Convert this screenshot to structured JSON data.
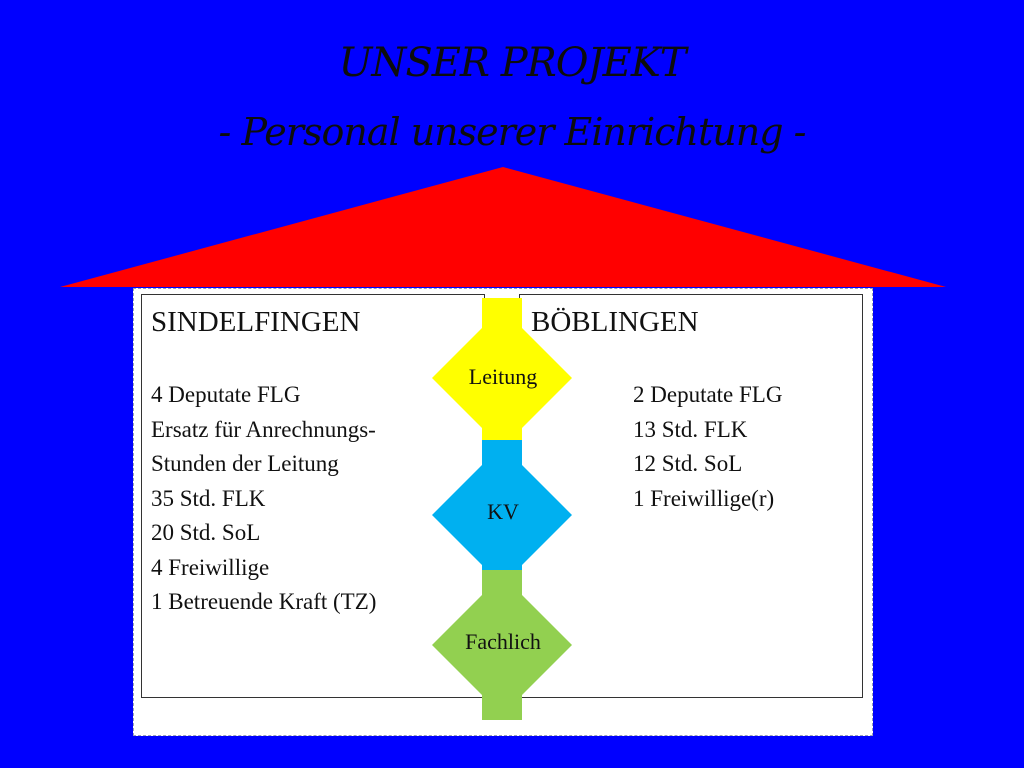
{
  "title": {
    "line1": "UNSER PROJEKT",
    "line2": "- Personal unserer Einrichtung -"
  },
  "colors": {
    "background": "#0000ff",
    "roof": "#ff0000",
    "leitung": "#ffff00",
    "kv": "#00b0f0",
    "fachlich": "#92d050"
  },
  "left": {
    "heading": "SINDELFINGEN",
    "lines": [
      "4 Deputate FLG",
      "Ersatz für Anrechnungs-",
      "Stunden der Leitung",
      "35 Std. FLK",
      "20 Std. SoL",
      "4 Freiwillige",
      "1 Betreuende Kraft (TZ)"
    ]
  },
  "right": {
    "heading": "BÖBLINGEN",
    "lines": [
      "2 Deputate FLG",
      "13 Std. FLK",
      "12 Std. SoL",
      "1 Freiwillige(r)"
    ]
  },
  "connectors": [
    {
      "label": "Leitung",
      "color": "#ffff00"
    },
    {
      "label": "KV",
      "color": "#00b0f0"
    },
    {
      "label": "Fachlich",
      "color": "#92d050"
    }
  ]
}
